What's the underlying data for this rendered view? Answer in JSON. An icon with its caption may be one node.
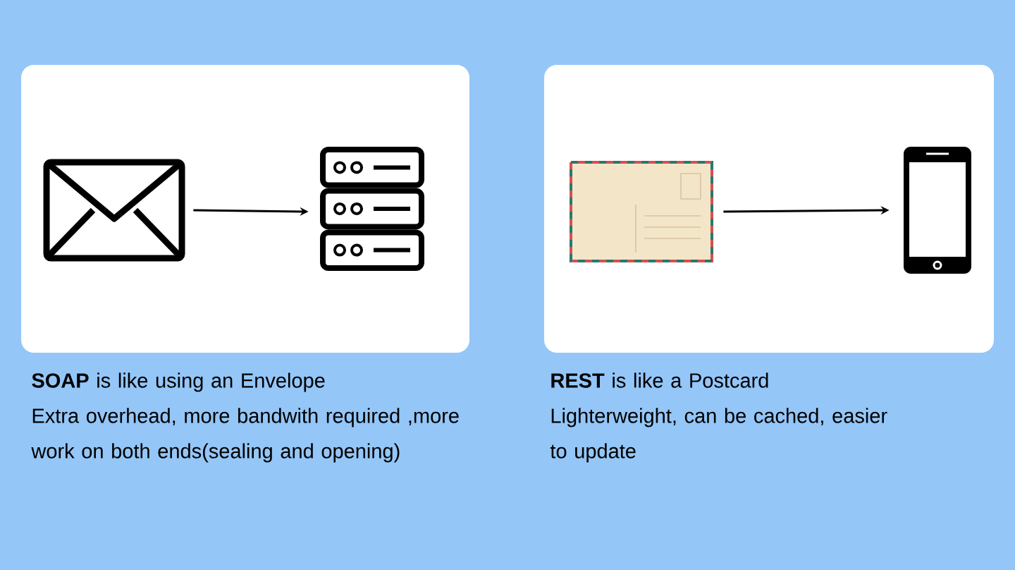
{
  "diagram": {
    "nodes": [
      {
        "text": [],
        "shape": "envelope"
      },
      {
        "text": [],
        "shape": "server"
      },
      {
        "text": [],
        "shape": "postcard"
      },
      {
        "text": [],
        "shape": "phone"
      }
    ],
    "edges": [
      {
        "from": 0,
        "to": 1,
        "arrow": "to"
      },
      {
        "from": 2,
        "to": 3,
        "arrow": "to"
      }
    ],
    "labels": [
      "**SOAP** is like using an Envelope",
      "Extra overhead, more bandwith required ,more work on both ends(sealing and opening)",
      "**REST** is like a Postcard",
      "Lighterweight, can be cached, easier to update"
    ]
  }
}
